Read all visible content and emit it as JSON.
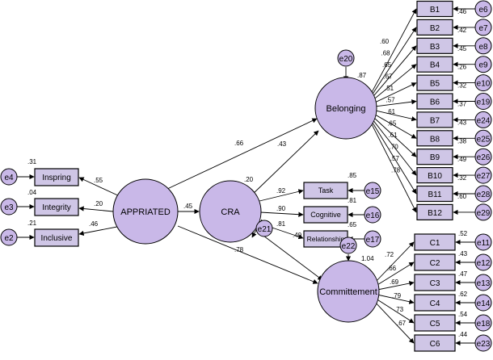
{
  "latents": {
    "appriated": "APPRIATED",
    "cra": "CRA",
    "belonging": "Belonging",
    "commitement": "Committement"
  },
  "observed": {
    "appriated": [
      "Inspring",
      "Integrity",
      "Inclusive"
    ],
    "cra": [
      "Task",
      "Cognitive",
      "Relationship"
    ],
    "belonging": [
      "B1",
      "B2",
      "B3",
      "B4",
      "B5",
      "B6",
      "B7",
      "B8",
      "B9",
      "B10",
      "B11",
      "B12"
    ],
    "commitement": [
      "C1",
      "C2",
      "C3",
      "C4",
      "C5",
      "C6"
    ]
  },
  "errors": {
    "appriated": [
      "e4",
      "e3",
      "e2"
    ],
    "cra": [
      "e15",
      "e16",
      "e17"
    ],
    "belonging": [
      "e6",
      "e7",
      "e8",
      "e9",
      "e10",
      "e19",
      "e24",
      "e25",
      "e26",
      "e27",
      "e28",
      "e29"
    ],
    "commitement": [
      "e11",
      "e12",
      "e13",
      "e14",
      "e18",
      "e23"
    ],
    "structural": [
      "e21",
      "e20",
      "e22"
    ]
  },
  "loadings": {
    "appriated": [
      ".55",
      ".20",
      ".46"
    ],
    "appriated_r2": [
      ".31",
      ".04",
      ".21"
    ],
    "cra": [
      ".92",
      ".90",
      ".81"
    ],
    "cra_r2": [
      ".85",
      ".81",
      ".65"
    ],
    "belonging": [
      ".60",
      ".68",
      ".65",
      ".67",
      ".51",
      ".57",
      ".61",
      ".65",
      ".61",
      ".70",
      ".57",
      ".78"
    ],
    "belonging_r2": [
      ".46",
      ".42",
      ".45",
      ".26",
      ".32",
      ".37",
      ".43",
      ".38",
      ".49",
      ".32",
      ".60",
      ""
    ],
    "commitement": [
      ".72",
      ".66",
      ".69",
      ".79",
      ".73",
      ".67"
    ],
    "commitement_r2": [
      ".52",
      ".43",
      ".47",
      ".62",
      ".54",
      ".44"
    ]
  },
  "structural": {
    "app_cra": ".45",
    "app_bel": ".66",
    "app_com": ".78",
    "cra_bel": ".43",
    "cra_com": ".40",
    "cra_r2": ".20",
    "bel_r2": ".87",
    "com_r2": "1.04"
  }
}
